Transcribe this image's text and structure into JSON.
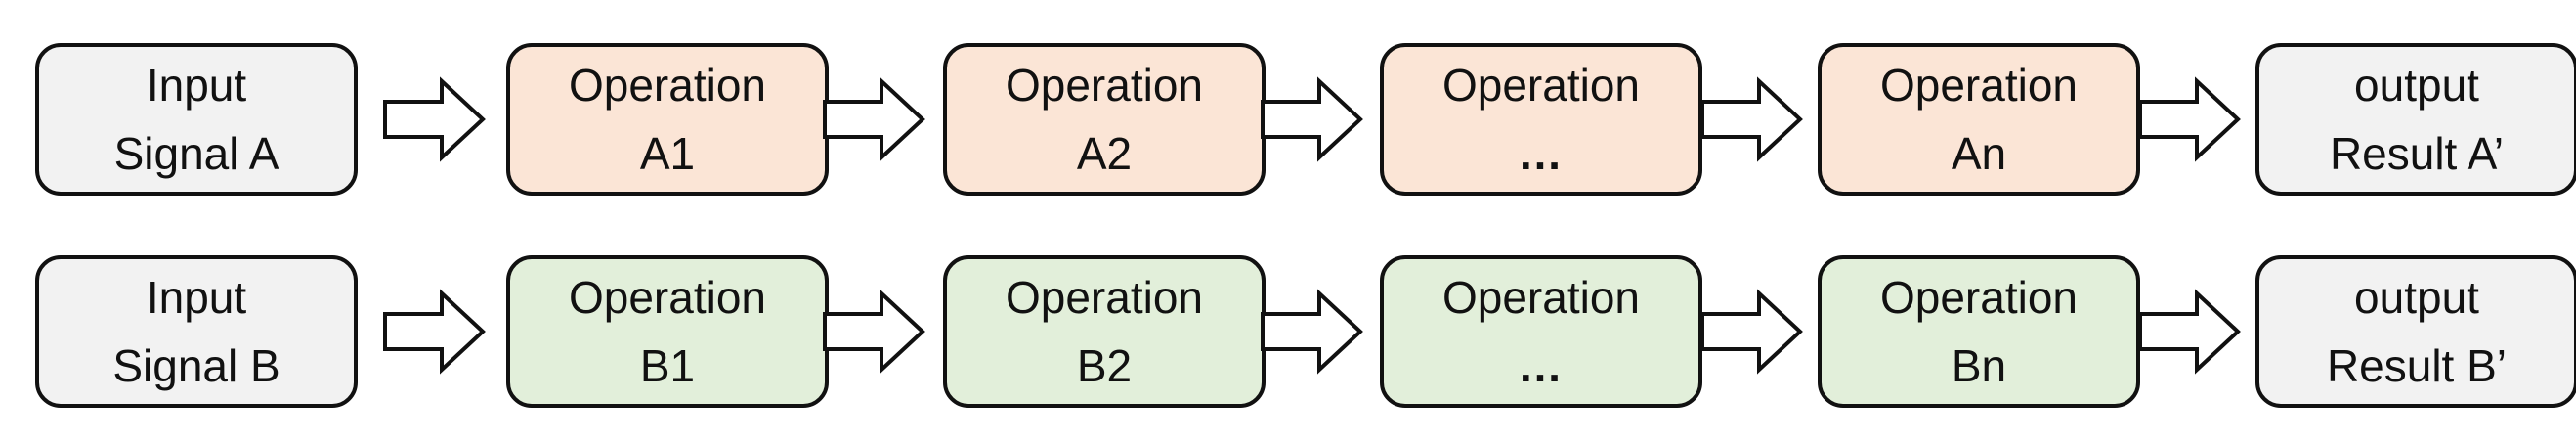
{
  "colors": {
    "io_fill": "#f2f2f2",
    "row_a_fill": "#fbe5d6",
    "row_b_fill": "#e2efda",
    "stroke": "#111111"
  },
  "row_a": {
    "input": {
      "line1": "Input",
      "line2": "Signal A"
    },
    "ops": [
      {
        "line1": "Operation",
        "line2": "A1"
      },
      {
        "line1": "Operation",
        "line2": "A2"
      },
      {
        "line1": "Operation",
        "line2": "…"
      },
      {
        "line1": "Operation",
        "line2": "An"
      }
    ],
    "output": {
      "line1": "output",
      "line2": "Result A’"
    }
  },
  "row_b": {
    "input": {
      "line1": "Input",
      "line2": "Signal B"
    },
    "ops": [
      {
        "line1": "Operation",
        "line2": "B1"
      },
      {
        "line1": "Operation",
        "line2": "B2"
      },
      {
        "line1": "Operation",
        "line2": "…"
      },
      {
        "line1": "Operation",
        "line2": "Bn"
      }
    ],
    "output": {
      "line1": "output",
      "line2": "Result B’"
    }
  }
}
